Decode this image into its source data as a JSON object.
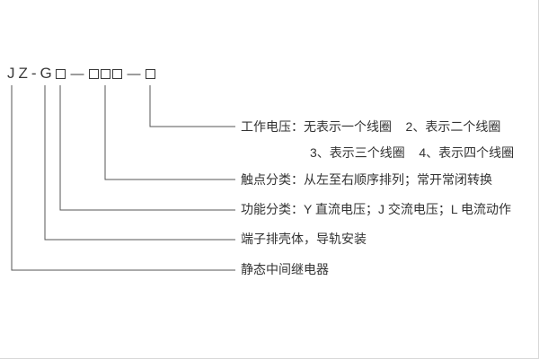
{
  "diagram": {
    "model_code": {
      "prefix": "JZ-G",
      "dash": "—"
    },
    "labels": {
      "working_voltage_1": "工作电压：无表示一个线圈    2、表示二个线圈",
      "working_voltage_2": "3、表示三个线圈    4、表示四个线圈",
      "contact": "触点分类：从左至右顺序排列；常开常闭转换",
      "function": "功能分类：Y 直流电压；J 交流电压；L 电流动作",
      "terminal": "端子排壳体，导轨安装",
      "relay_name": "静态中间继电器"
    },
    "colors": {
      "line": "#555555",
      "text": "#333333",
      "background": "#ffffff"
    }
  }
}
